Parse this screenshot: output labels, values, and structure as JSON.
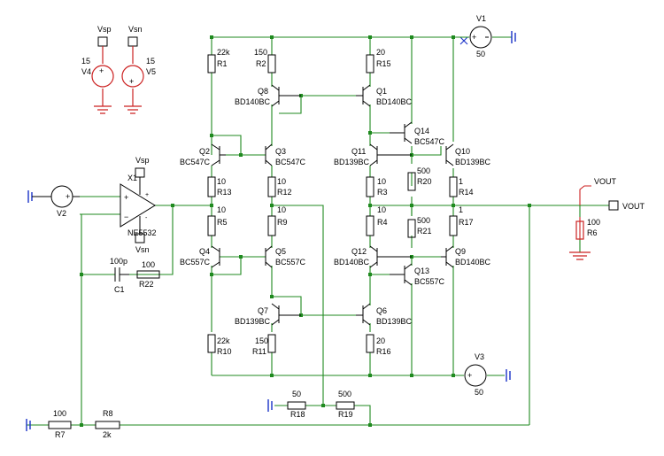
{
  "components": {
    "V4": {
      "name": "V4",
      "value": "15"
    },
    "V5": {
      "name": "V5",
      "value": "15"
    },
    "V1": {
      "name": "V1",
      "value": "50"
    },
    "V2": {
      "name": "V2"
    },
    "V3": {
      "name": "V3",
      "value": "50"
    },
    "X1": {
      "name": "X1",
      "model": "NE5532"
    },
    "R1": {
      "name": "R1",
      "value": "22k"
    },
    "R2": {
      "name": "R2",
      "value": "150"
    },
    "R15": {
      "name": "R15",
      "value": "20"
    },
    "R13": {
      "name": "R13",
      "value": "10"
    },
    "R12": {
      "name": "R12",
      "value": "10"
    },
    "R5": {
      "name": "R5",
      "value": "10"
    },
    "R9": {
      "name": "R9",
      "value": "10"
    },
    "R3": {
      "name": "R3",
      "value": "10"
    },
    "R4": {
      "name": "R4",
      "value": "10"
    },
    "R20": {
      "name": "R20",
      "value": "500"
    },
    "R21": {
      "name": "R21",
      "value": "500"
    },
    "R14": {
      "name": "R14",
      "value": "1"
    },
    "R17": {
      "name": "R17",
      "value": "1"
    },
    "R6": {
      "name": "R6",
      "value": "100"
    },
    "R10": {
      "name": "R10",
      "value": "22k"
    },
    "R11": {
      "name": "R11",
      "value": "150"
    },
    "R16": {
      "name": "R16",
      "value": "20"
    },
    "R18": {
      "name": "R18",
      "value": "50"
    },
    "R19": {
      "name": "R19",
      "value": "500"
    },
    "R7": {
      "name": "R7",
      "value": "100"
    },
    "R8": {
      "name": "R8",
      "value": "2k"
    },
    "R22": {
      "name": "R22",
      "value": "100"
    },
    "C1": {
      "name": "C1",
      "value": "100p"
    },
    "Q1": {
      "name": "Q1",
      "model": "BD140BC"
    },
    "Q2": {
      "name": "Q2",
      "model": "BC547C"
    },
    "Q3": {
      "name": "Q3",
      "model": "BC547C"
    },
    "Q4": {
      "name": "Q4",
      "model": "BC557C"
    },
    "Q5": {
      "name": "Q5",
      "model": "BC557C"
    },
    "Q6": {
      "name": "Q6",
      "model": "BD139BC"
    },
    "Q7": {
      "name": "Q7",
      "model": "BD139BC"
    },
    "Q8": {
      "name": "Q8",
      "model": "BD140BC"
    },
    "Q9": {
      "name": "Q9",
      "model": "BD140BC"
    },
    "Q10": {
      "name": "Q10",
      "model": "BD139BC"
    },
    "Q11": {
      "name": "Q11",
      "model": "BD139BC"
    },
    "Q12": {
      "name": "Q12",
      "model": "BD140BC"
    },
    "Q13": {
      "name": "Q13",
      "model": "BC557C"
    },
    "Q14": {
      "name": "Q14",
      "model": "BC547C"
    }
  },
  "nets": {
    "vsp": "Vsp",
    "vsn": "Vsn",
    "vout": "VOUT"
  },
  "colors": {
    "wire": "#1f8a1f",
    "component_pin": "#c22",
    "ground_bar": "#1a32c8",
    "junction": "#1f8a1f"
  }
}
